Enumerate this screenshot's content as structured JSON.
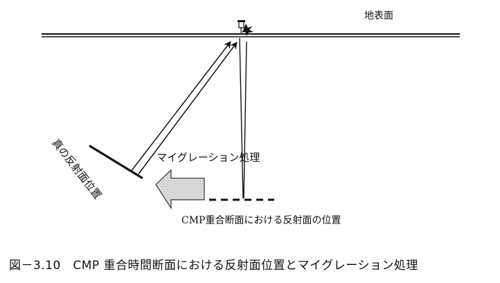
{
  "labels": {
    "ground_surface": "地表面",
    "migration": "マイグレーション処理",
    "true_reflector": "真の反射面位置",
    "cmp_reflector": "CMP重合断面における反射面の位置"
  },
  "caption": "図－3.10　CMP 重合時間断面における反射面位置とマイグレーション処理",
  "colors": {
    "ink": "#111111",
    "arrow_fill": "#d9d9d9"
  }
}
